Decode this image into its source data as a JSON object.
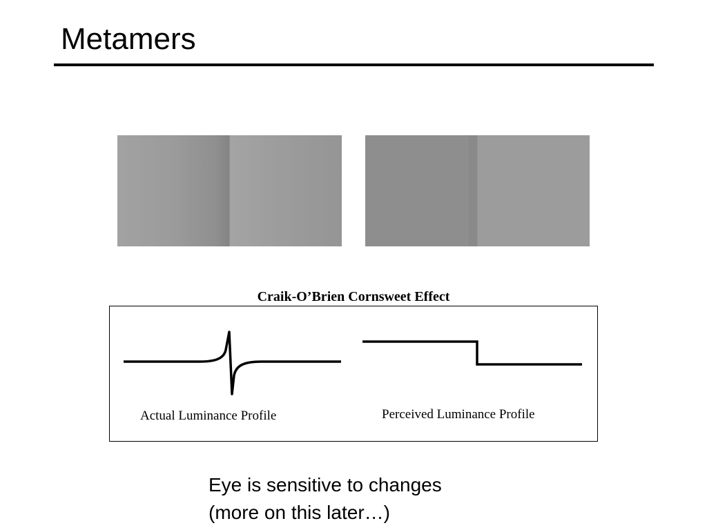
{
  "slide": {
    "title": "Metamers"
  },
  "figure": {
    "title": "Craik-O’Brien Cornsweet Effect",
    "actual_label": "Actual Luminance Profile",
    "perceived_label": "Perceived Luminance Profile"
  },
  "caption": {
    "line1": "Eye is sensitive to changes",
    "line2": "(more on this later…)"
  }
}
